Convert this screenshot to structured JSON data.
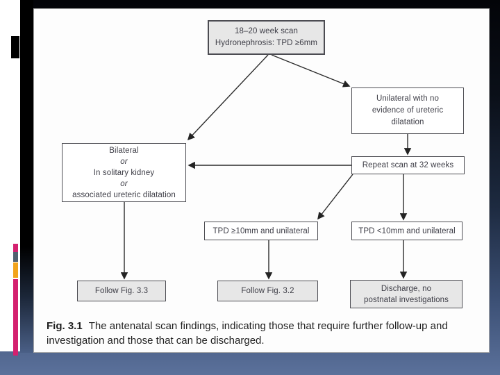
{
  "slide": {
    "accent_colors": {
      "magenta": "#d4216f",
      "slate": "#51616f",
      "amber": "#f2a41c",
      "ribbon": "#000000",
      "background_blue": "#5b719b"
    }
  },
  "figure": {
    "flowchart": {
      "scan": {
        "lines": [
          "18–20 week scan",
          "Hydronephrosis: TPD ≥6mm"
        ]
      },
      "unilateral": {
        "lines": [
          "Unilateral with no",
          "evidence of ureteric",
          "dilatation"
        ]
      },
      "bilateral": {
        "lines": [
          "Bilateral",
          "or",
          "In solitary kidney",
          "or",
          "associated ureteric dilatation"
        ]
      },
      "repeat": {
        "lines": [
          "Repeat scan at 32 weeks"
        ]
      },
      "tpd_ge10": {
        "lines": [
          "TPD ≥10mm and unilateral"
        ]
      },
      "tpd_lt10": {
        "lines": [
          "TPD <10mm and unilateral"
        ]
      },
      "follow_fig_33": {
        "lines": [
          "Follow Fig. 3.3"
        ]
      },
      "follow_fig_32": {
        "lines": [
          "Follow Fig. 3.2"
        ]
      },
      "discharge": {
        "lines": [
          "Discharge, no",
          "postnatal investigations"
        ]
      }
    },
    "edges": [
      {
        "from": "scan",
        "to": "bilateral"
      },
      {
        "from": "scan",
        "to": "unilateral"
      },
      {
        "from": "unilateral",
        "to": "repeat"
      },
      {
        "from": "repeat",
        "to": "bilateral"
      },
      {
        "from": "repeat",
        "to": "tpd_ge10"
      },
      {
        "from": "repeat",
        "to": "tpd_lt10"
      },
      {
        "from": "bilateral",
        "to": "follow_fig_33"
      },
      {
        "from": "tpd_ge10",
        "to": "follow_fig_32"
      },
      {
        "from": "tpd_lt10",
        "to": "discharge"
      }
    ],
    "caption": {
      "label": "Fig. 3.1",
      "text": "The antenatal scan findings, indicating those that require further follow-up and investigation and those that can be discharged."
    }
  }
}
